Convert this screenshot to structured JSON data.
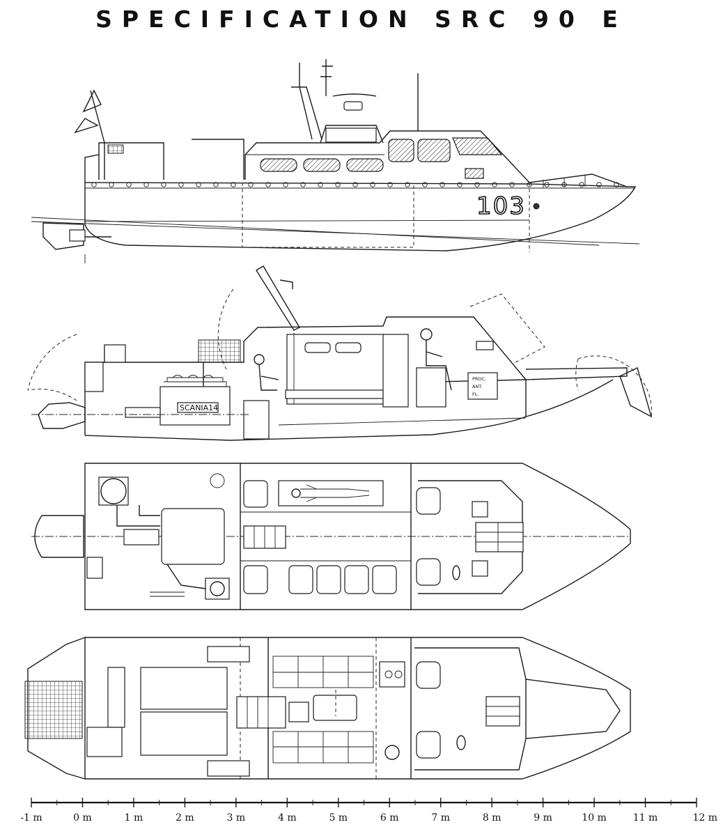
{
  "title": "SPECIFICATION SRC 90 E",
  "side_view": {
    "hull_number": "103"
  },
  "cutaway_view": {
    "engine_label": "SCANIA14",
    "console_labels": [
      "PROC.",
      "ANT.",
      "FL."
    ]
  },
  "scale": {
    "labels": [
      "-1 m",
      "0 m",
      "1 m",
      "2 m",
      "3 m",
      "4 m",
      "5 m",
      "6 m",
      "7 m",
      "8 m",
      "9 m",
      "10 m",
      "11 m",
      "12 m"
    ]
  }
}
